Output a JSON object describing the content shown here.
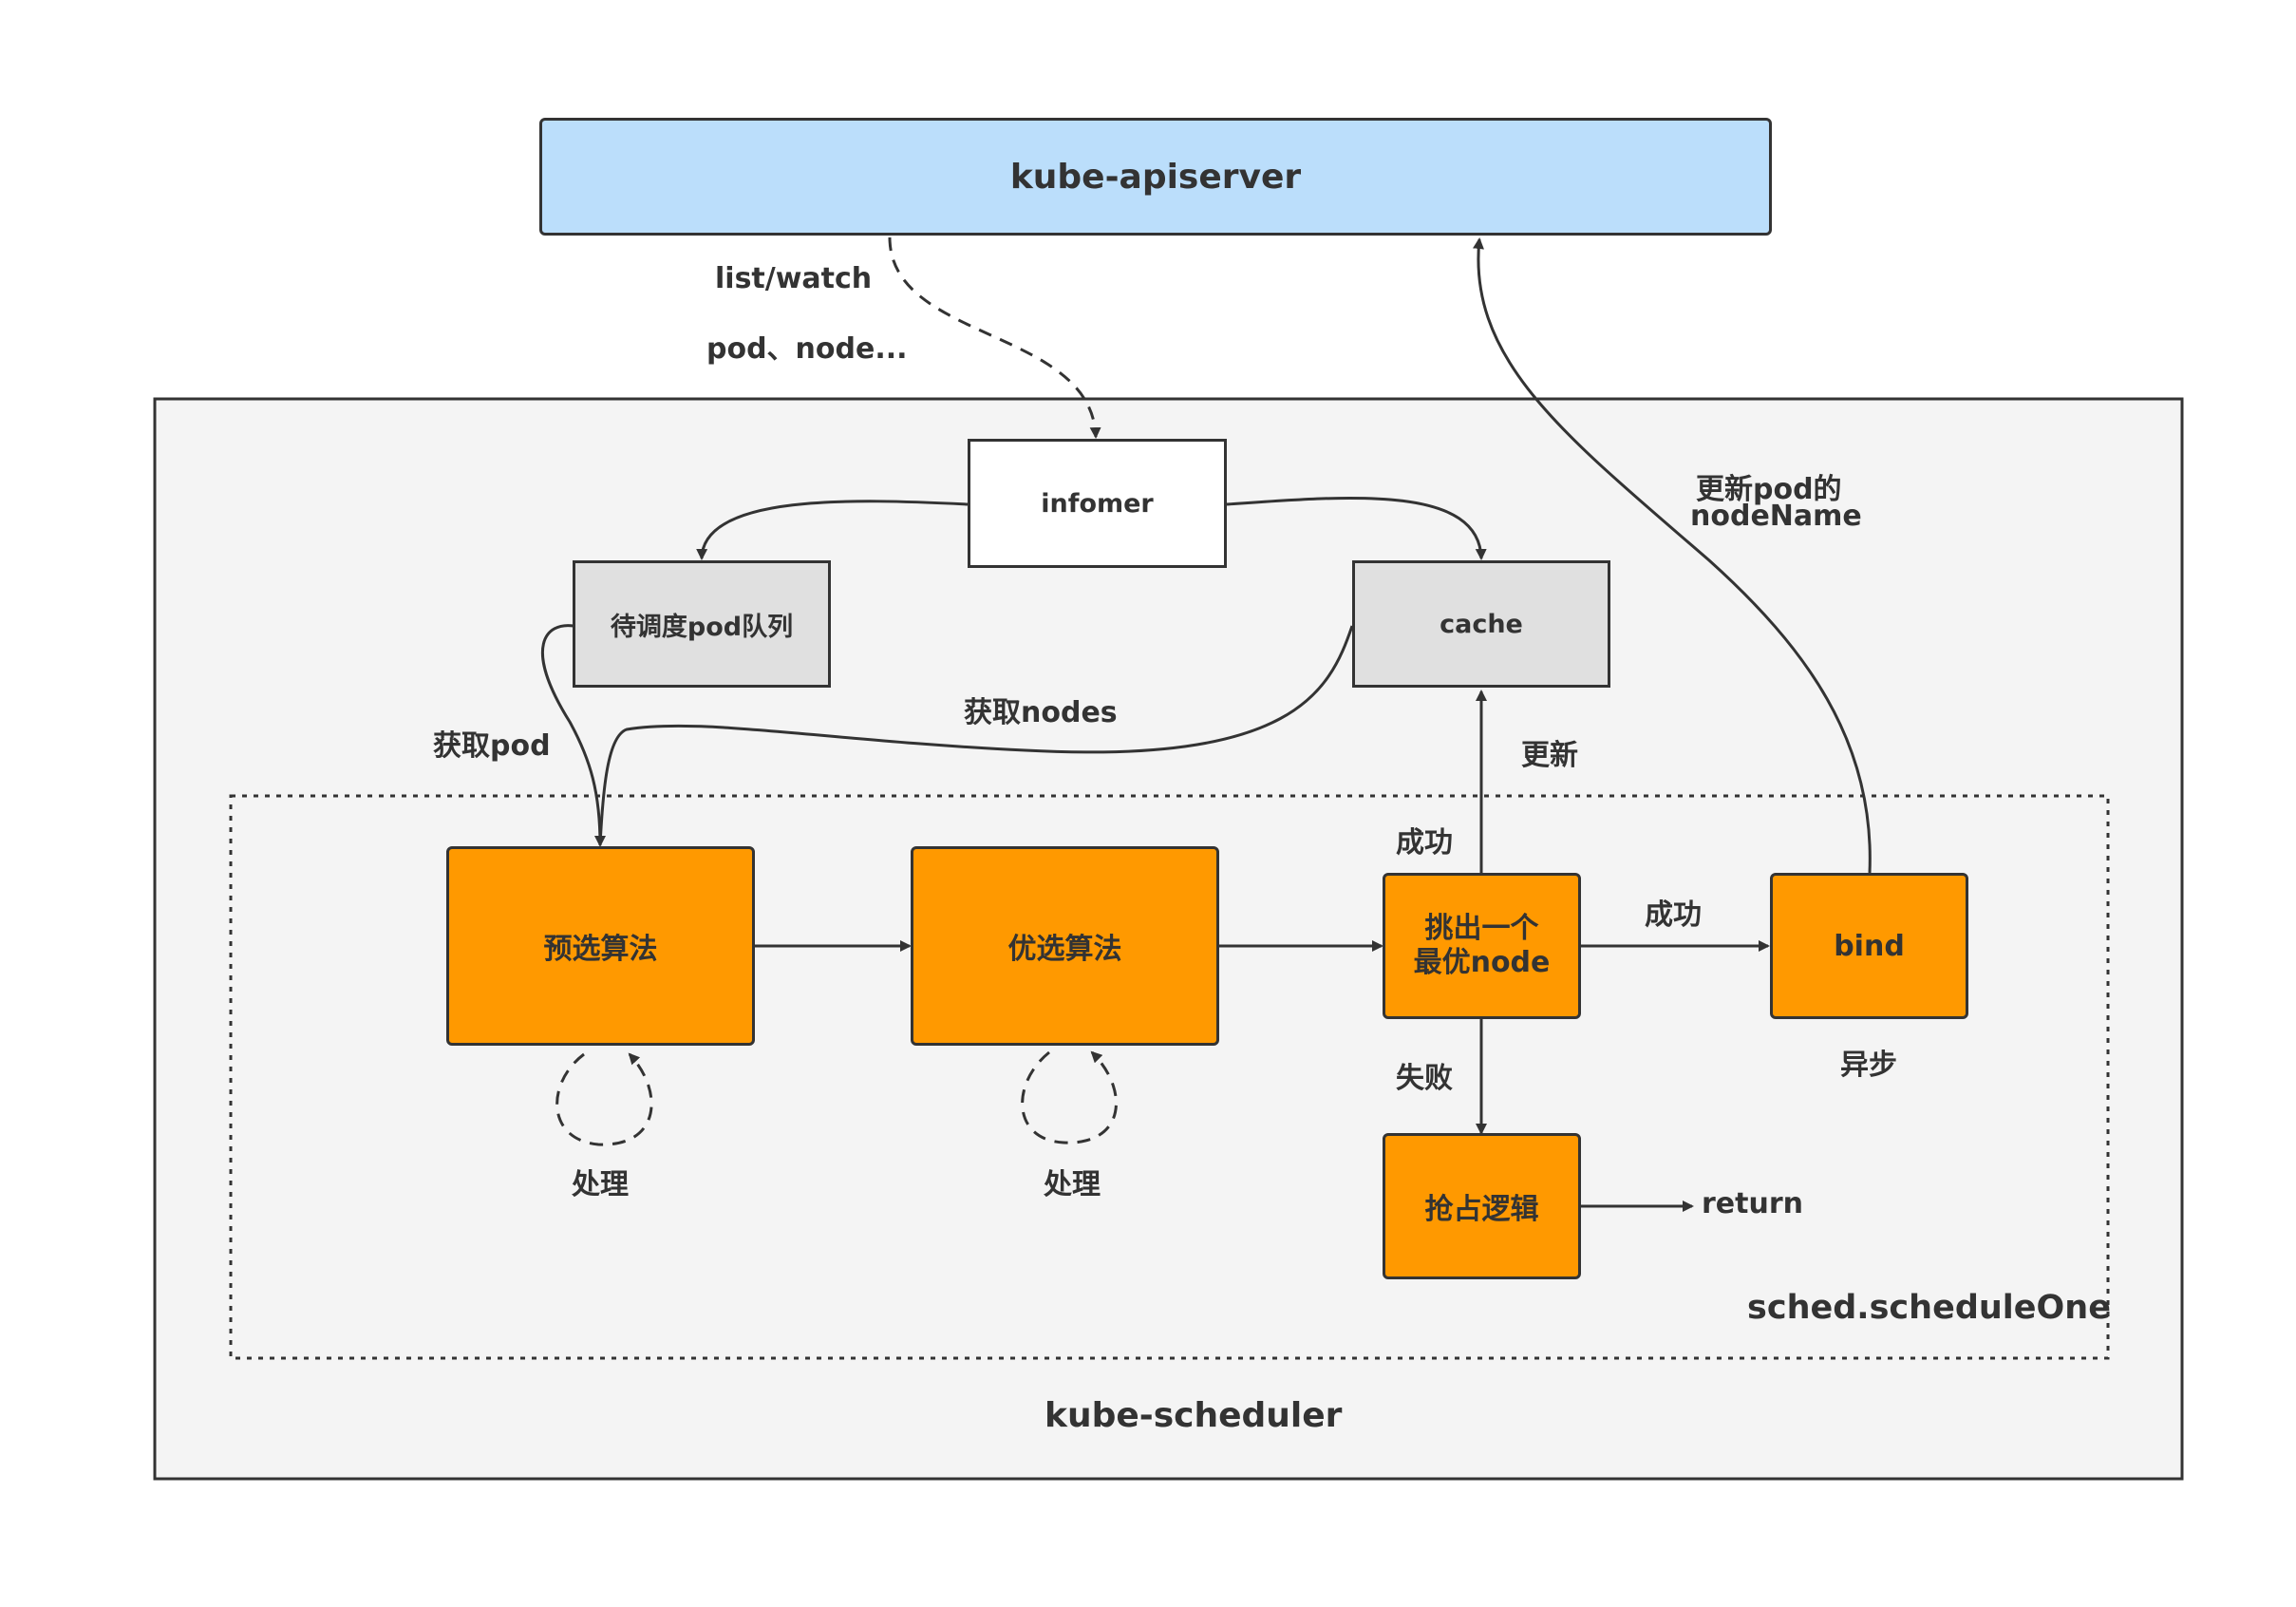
{
  "apiserver": {
    "label": "kube-apiserver"
  },
  "scheduler": {
    "label": "kube-scheduler"
  },
  "schedule_one": {
    "label": "sched.scheduleOne"
  },
  "informer": {
    "label": "infomer"
  },
  "pod_queue": {
    "label": "待调度pod队列"
  },
  "cache": {
    "label": "cache"
  },
  "predicates": {
    "label": "预选算法"
  },
  "priorities": {
    "label": "优选算法"
  },
  "select_best": {
    "line1": "挑出一个",
    "line2": "最优node"
  },
  "bind": {
    "label": "bind"
  },
  "preempt": {
    "label": "抢占逻辑"
  },
  "edges": {
    "list_watch": "list/watch",
    "pod_node": "pod、node...",
    "get_pod": "获取pod",
    "get_nodes": "获取nodes",
    "update": "更新",
    "success_up": "成功",
    "success_right": "成功",
    "failure": "失败",
    "async": "异步",
    "process_1": "处理",
    "process_2": "处理",
    "update_nodename_1": "更新pod的",
    "update_nodename_2": "nodeName",
    "return": "return"
  },
  "colors": {
    "apiserver_fill": "#bbdefb",
    "scheduler_fill": "#f4f4f4",
    "step_fill": "#ff9900",
    "store_fill": "#e0e0e0",
    "stroke": "#333333"
  }
}
